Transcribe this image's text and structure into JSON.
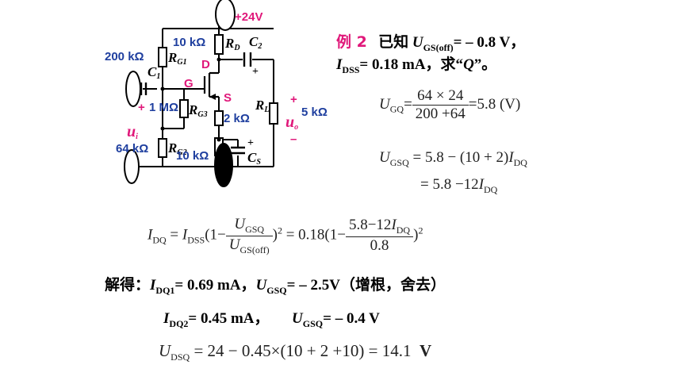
{
  "circuit": {
    "supply": "+24V",
    "rd_value": "10 kΩ",
    "rd_label": "R",
    "rd_sub": "D",
    "c2_label": "C",
    "c2_sub": "2",
    "rg1_value": "200 kΩ",
    "rg1_label": "R",
    "rg1_sub": "G1",
    "c1_label": "C",
    "c1_sub": "1",
    "drain": "D",
    "gate": "G",
    "source": "S",
    "rg3_value": "1 MΩ",
    "rg3_label": "R",
    "rg3_sub": "G3",
    "rs_value": "2 kΩ",
    "rl_label": "R",
    "rl_sub": "L",
    "rl_value": "5 kΩ",
    "uo_label": "u",
    "uo_sub": "o",
    "plus": "+",
    "minus": "–",
    "ui_label": "u",
    "ui_sub": "i",
    "rg2_value": "64 kΩ",
    "rg2_label": "R",
    "rg2_sub": "G2",
    "rs2_value": "10 kΩ",
    "cs_label": "C",
    "cs_sub": "S"
  },
  "problem": {
    "example": "例 2",
    "known": "已知",
    "ugsoff_sym": "U",
    "ugsoff_sub": "GS(off)",
    "ugsoff_val": "= – 0.8 V，",
    "idss_sym": "I",
    "idss_sub": "DSS",
    "idss_val": "= 0.18 mA，求“",
    "q": "Q",
    "tail": "”。"
  },
  "eq1": {
    "lhs": "U",
    "lhs_sub": "GQ",
    "num": "64 × 24",
    "den": "200 +64",
    "result": "=5.8 (V)"
  },
  "eq2": {
    "lhs": "U",
    "lhs_sub": "GSQ",
    "line1": "= 5.8 − (10 + 2)",
    "i_sym": "I",
    "i_sub": "DQ",
    "line2": "= 5.8 −12"
  },
  "eq3": {
    "i": "I",
    "i_sub": "DQ",
    "idss": "I",
    "idss_sub": "DSS",
    "open": "(1−",
    "num_u": "U",
    "num_sub": "GSQ",
    "den_u": "U",
    "den_sub": "GS(off)",
    "close": ")",
    "sq": "2",
    "mid": "= 0.18(1−",
    "num2": "5.8−12",
    "num2_i": "I",
    "num2_sub": "DQ",
    "den2": "0.8"
  },
  "solution": {
    "solve": "解得：",
    "i1": "I",
    "i1_sub": "DQ1",
    "i1_val": "= 0.69 mA，",
    "u1": "U",
    "u1_sub": "GSQ",
    "u1_val": "= – 2.5V（增根，舍去）",
    "i2": "I",
    "i2_sub": "DQ2",
    "i2_val": "= 0.45 mA，",
    "u2": "U",
    "u2_sub": "GSQ",
    "u2_val": "= – 0.4 V"
  },
  "eq4": {
    "lhs": "U",
    "lhs_sub": "DSQ",
    "rhs": "= 24 − 0.45×(10 + 2 +10) = 14.1",
    "unit": "V"
  }
}
